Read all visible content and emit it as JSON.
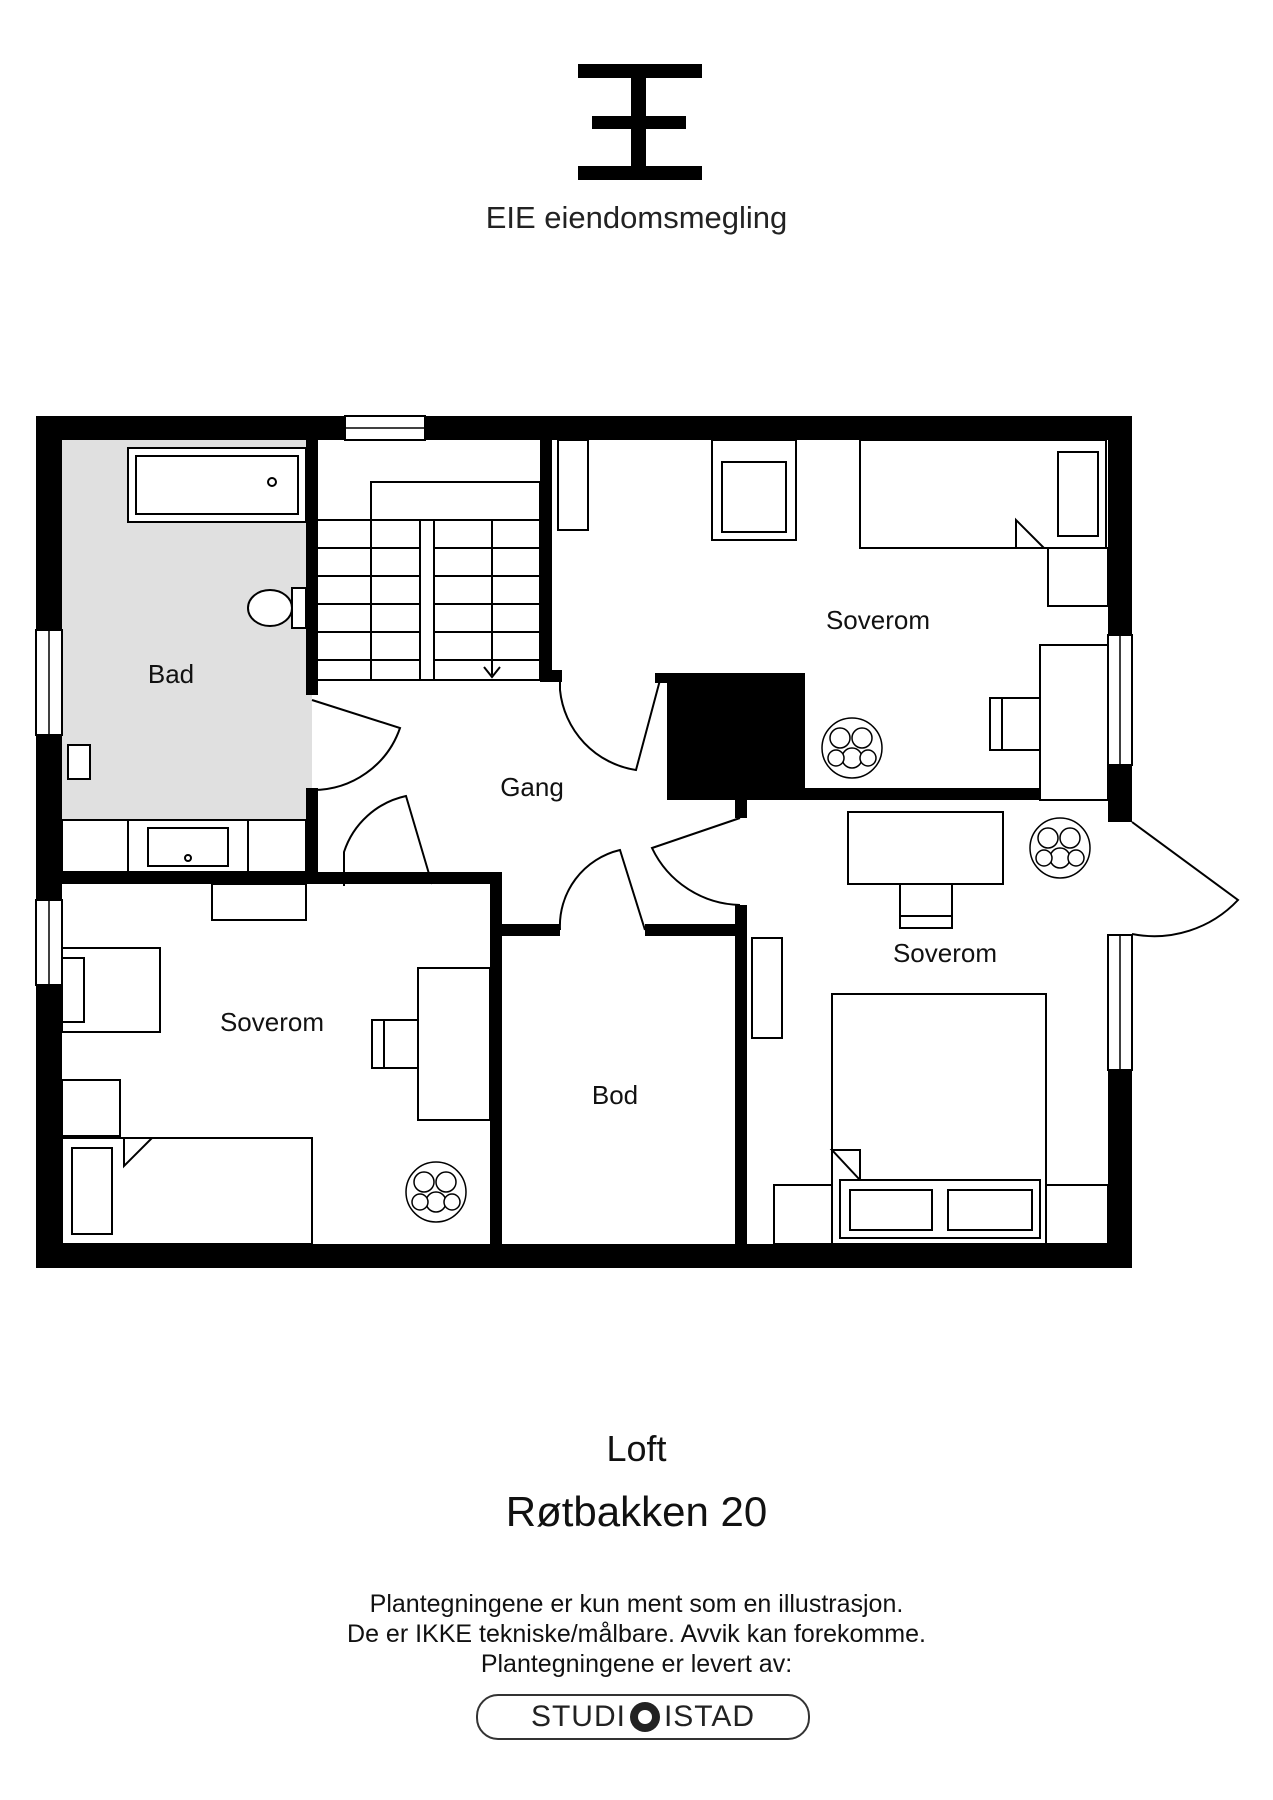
{
  "brand": {
    "name": "EIE eiendomsmegling"
  },
  "rooms": {
    "bad": "Bad",
    "gang": "Gang",
    "soverom_top_right": "Soverom",
    "soverom_bottom_right": "Soverom",
    "soverom_bottom_left": "Soverom",
    "bod": "Bod"
  },
  "floor": {
    "label": "Loft",
    "address": "Røtbakken 20"
  },
  "disclaimer": {
    "line1": "Plantegningene er kun ment som en illustrasjon.",
    "line2": "De er IKKE tekniske/målbare. Avvik kan forekomme.",
    "line3": "Plantegningene er levert av:"
  },
  "studio_logo": {
    "left": "STUDI",
    "right": "ISTAD"
  }
}
